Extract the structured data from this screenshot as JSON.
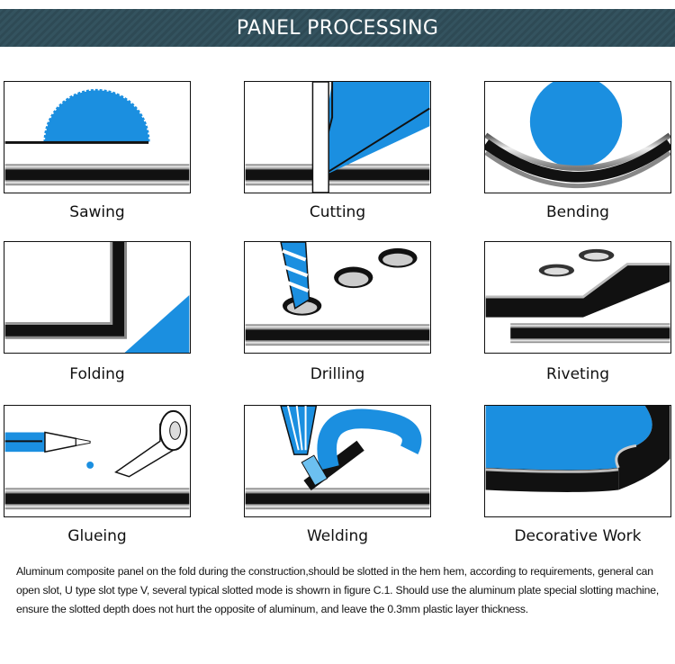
{
  "header": {
    "title": "PANEL PROCESSING"
  },
  "colors": {
    "banner": "#2f4d58",
    "accent": "#1b8fe0",
    "core": "#111111"
  },
  "processes": [
    {
      "label": "Sawing"
    },
    {
      "label": "Cutting"
    },
    {
      "label": "Bending"
    },
    {
      "label": "Folding"
    },
    {
      "label": "Drilling"
    },
    {
      "label": "Riveting"
    },
    {
      "label": "Glueing"
    },
    {
      "label": "Welding"
    },
    {
      "label": "Decorative Work"
    }
  ],
  "description": "Aluminum composite panel on the fold during the construction,should  be slotted in the hem hem, according to requirements, general can open  slot, U type slot type V, several typical slotted mode is showrn in figure  C.1. Should use the aluminum plate special slotting machine, ensure the  slotted depth does not hurt the opposite of aluminum, and leave the 0.3mm plastic layer thickness."
}
